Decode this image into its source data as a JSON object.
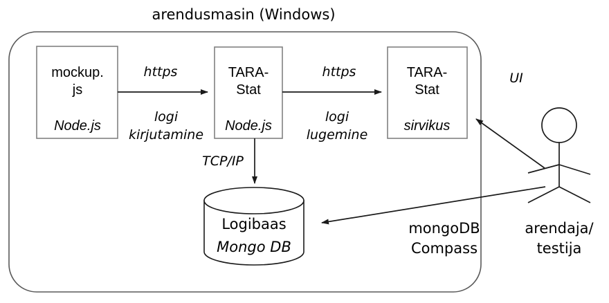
{
  "diagram": {
    "title": "arendusmasin (Windows)",
    "nodes": {
      "mockup": {
        "line1": "mockup.",
        "line2": "js",
        "tech": "Node.js"
      },
      "tarastat_app": {
        "line1": "TARA-",
        "line2": "Stat",
        "tech": "Node.js"
      },
      "tarastat_server": {
        "line1": "TARA-",
        "line2": "Stat",
        "tech": "sirvikus"
      },
      "database": {
        "name": "Logibaas",
        "tech": "Mongo DB"
      },
      "actor": {
        "line1": "arendaja/",
        "line2": "testija"
      }
    },
    "edges": {
      "mockup_to_app": {
        "protocol": "https",
        "action_line1": "logi",
        "action_line2": "kirjutamine"
      },
      "app_to_server": {
        "protocol": "https",
        "action_line1": "logi",
        "action_line2": "lugemine"
      },
      "app_to_db": {
        "protocol": "TCP/IP"
      },
      "actor_to_server": {
        "label": "UI"
      },
      "actor_to_db": {
        "line1": "mongoDB",
        "line2": "Compass"
      }
    },
    "colors": {
      "box_stroke": "#808080",
      "line": "#1a1a1a",
      "boundary": "#595959",
      "background": "#ffffff"
    }
  }
}
